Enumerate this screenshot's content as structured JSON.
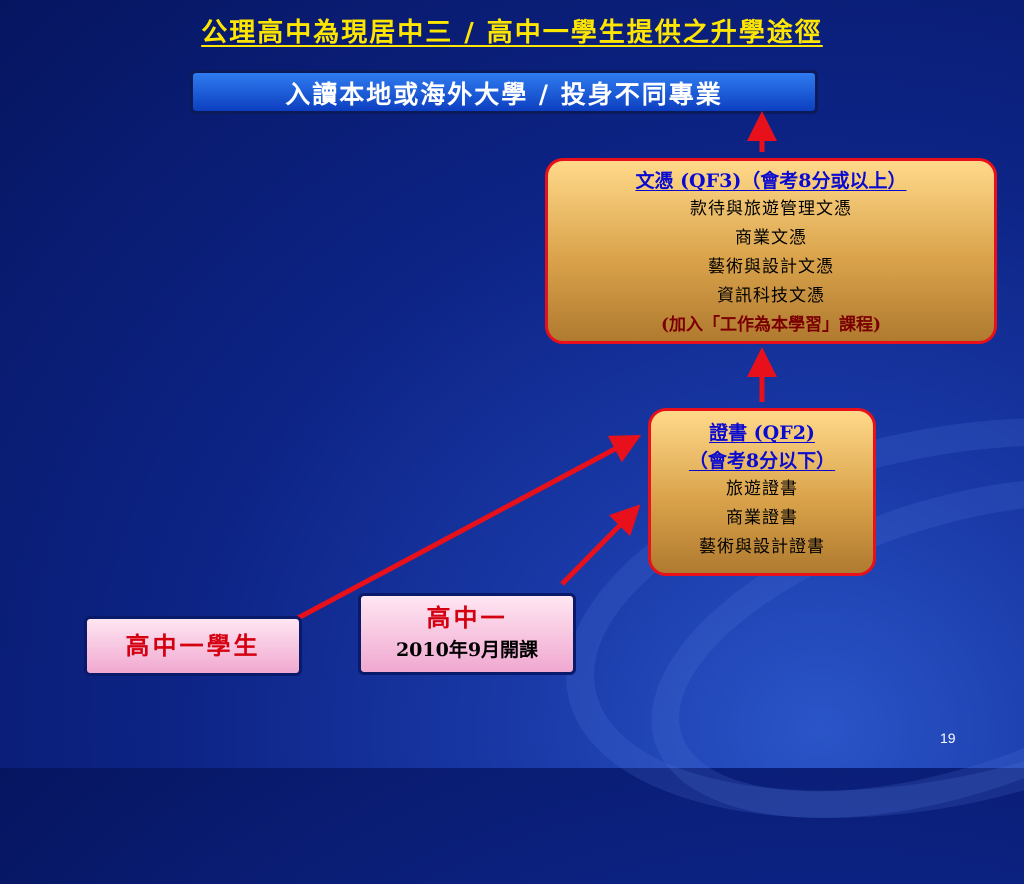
{
  "title": "公理高中為現居中三 / 高中一學生提供之升學途徑",
  "top_box": "入讀本地或海外大學 / 投身不同專業",
  "qf3": {
    "heading": "文憑 (QF3)（會考8分或以上）",
    "items": [
      "款待與旅遊管理文憑",
      "商業文憑",
      "藝術與設計文憑",
      "資訊科技文憑"
    ],
    "note": "(加入「工作為本學習」課程)"
  },
  "qf2": {
    "heading": "證書 (QF2)",
    "subheading": "（會考8分以下）",
    "items": [
      "旅遊證書",
      "商業證書",
      "藝術與設計證書"
    ]
  },
  "student_box": "高中一學生",
  "s1_box": {
    "title": "高中一",
    "date": "2010年9月開課"
  },
  "page_number": "19",
  "colors": {
    "title": "#ffe600",
    "arrow": "#e8101a",
    "box_border": "#e8101a"
  }
}
